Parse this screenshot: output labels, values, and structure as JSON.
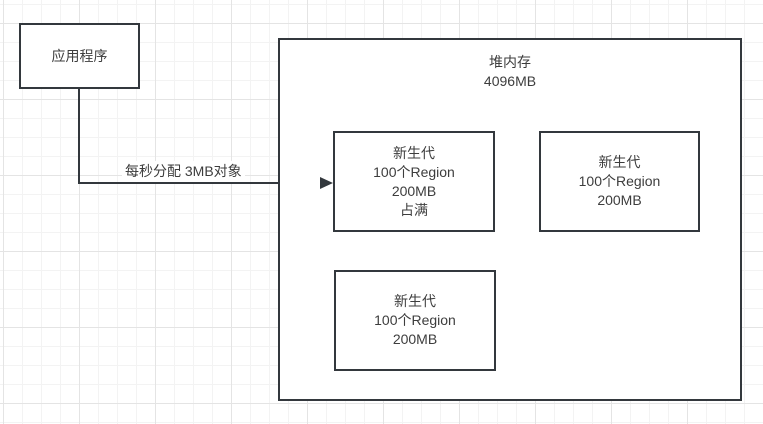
{
  "canvas": {
    "colors": {
      "stroke": "#33383d",
      "text": "#3d3d3d",
      "canvas_bg": "#ffffff",
      "grid_minor": "#f3f3f3",
      "grid_major": "#e4e4e4"
    }
  },
  "nodes": {
    "application": {
      "label": "应用程序"
    },
    "heap": {
      "title": "堆内存",
      "size": "4096MB"
    },
    "young_gen_full": {
      "lines": [
        "新生代",
        "100个Region",
        "200MB",
        "占满"
      ]
    },
    "young_gen_right": {
      "lines": [
        "新生代",
        "100个Region",
        "200MB"
      ]
    },
    "young_gen_bottom": {
      "lines": [
        "新生代",
        "100个Region",
        "200MB"
      ]
    }
  },
  "edge": {
    "label_line1": "每秒分配",
    "label_line2": "3MB对象"
  }
}
